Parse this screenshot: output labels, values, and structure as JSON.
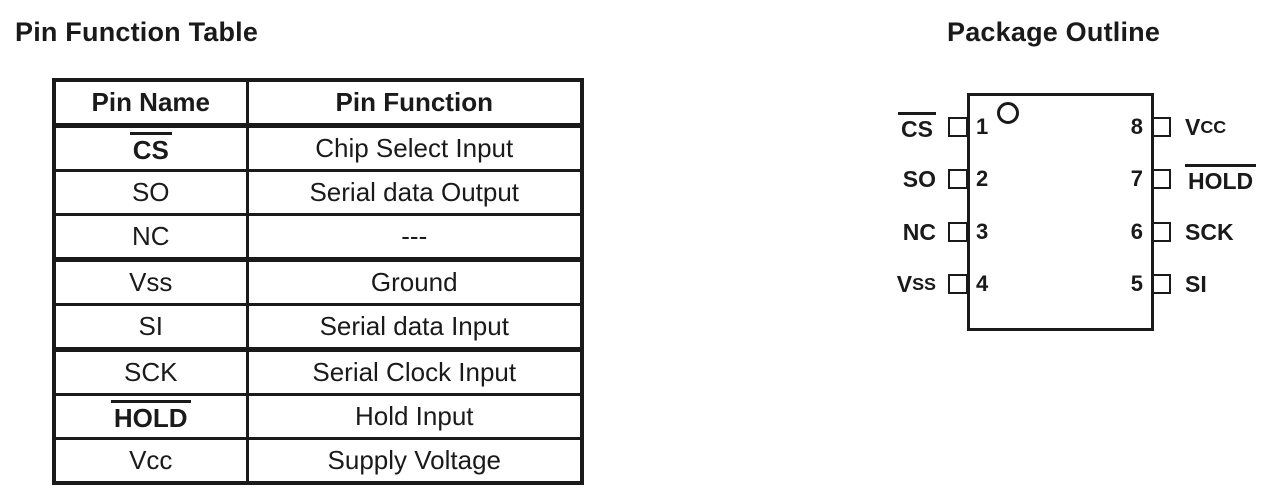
{
  "left": {
    "title": "Pin Function Table",
    "table": {
      "headers": [
        "Pin Name",
        "Pin Function"
      ],
      "rows": [
        {
          "pin": "CS",
          "fn": "Chip Select Input",
          "overline": true,
          "bold": true
        },
        {
          "pin": "SO",
          "fn": "Serial data Output"
        },
        {
          "pin": "NC",
          "fn": "---"
        },
        {
          "pin": "Vss",
          "fn": "Ground"
        },
        {
          "pin": "SI",
          "fn": "Serial data Input"
        },
        {
          "pin": "SCK",
          "fn": "Serial Clock Input"
        },
        {
          "pin": "HOLD",
          "fn": "Hold Input",
          "overline": true,
          "bold": true
        },
        {
          "pin": "Vcc",
          "fn": "Supply Voltage"
        }
      ]
    }
  },
  "right": {
    "title": "Package Outline",
    "pins_left": [
      {
        "num": "1",
        "label": "CS",
        "overline": true
      },
      {
        "num": "2",
        "label": "SO"
      },
      {
        "num": "3",
        "label": "NC"
      },
      {
        "num": "4",
        "label_main": "V",
        "label_small": "SS"
      }
    ],
    "pins_right": [
      {
        "num": "8",
        "label_main": "V",
        "label_small": "CC"
      },
      {
        "num": "7",
        "label": "HOLD",
        "overline": true
      },
      {
        "num": "6",
        "label": "SCK"
      },
      {
        "num": "5",
        "label": "SI"
      }
    ]
  },
  "colors": {
    "ink": "#1a1a1a",
    "background": "#ffffff"
  }
}
